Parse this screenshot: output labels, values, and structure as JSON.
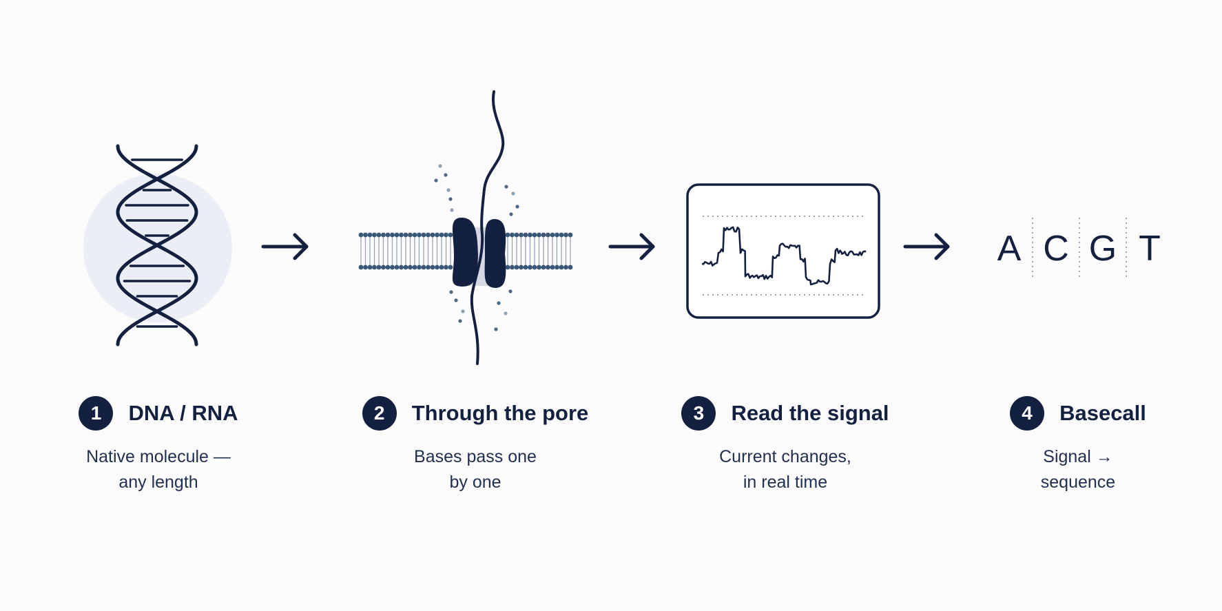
{
  "colors": {
    "ink": "#13203f",
    "accent": "#3a5778",
    "soft": "#e9ecf3",
    "background": "#fbfbfc"
  },
  "icons": [
    "dna-helix-icon",
    "nanopore-icon",
    "signal-trace-icon",
    "bases-icon",
    "arrow-right-icon"
  ],
  "bases": [
    "A",
    "C",
    "G",
    "T"
  ],
  "steps": [
    {
      "number": "1",
      "title": "DNA / RNA",
      "desc": [
        "Native molecule —",
        "any length"
      ]
    },
    {
      "number": "2",
      "title": "Through the pore",
      "desc": [
        "Bases pass one",
        "by one"
      ]
    },
    {
      "number": "3",
      "title": "Read the signal",
      "desc": [
        "Current changes,",
        "in real time"
      ]
    },
    {
      "number": "4",
      "title": "Basecall",
      "desc": [
        "Signal →",
        "sequence"
      ]
    }
  ]
}
